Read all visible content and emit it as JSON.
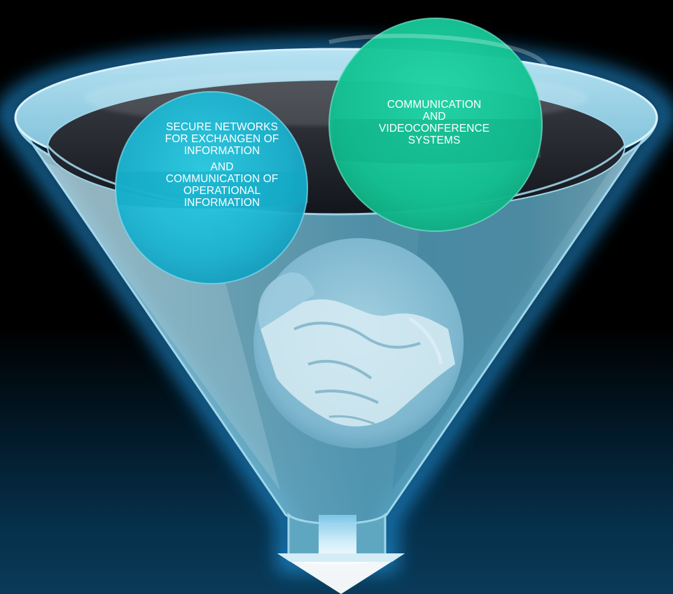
{
  "diagram": {
    "type": "funnel",
    "colors": {
      "background_top": "#000000",
      "background_bottom": "#0a3a58",
      "funnel_glass": "#6fb9d3",
      "funnel_glow": "#1e8fd0",
      "secure_circle": "#1fb8d3",
      "communication_circle": "#18c99a",
      "arrow": "#b8e6f7"
    },
    "circles": {
      "secure": {
        "lines": [
          "SECURE  NETWORKS",
          "FOR EXCHANGEN OF",
          "INFORMATION",
          "AND",
          "COMMUNICATION OF",
          "OPERATIONAL",
          "INFORMATION"
        ]
      },
      "communication": {
        "lines": [
          "COMMUNICATION",
          "AND",
          "VIDEOCONFERENCE",
          "SYSTEMS"
        ]
      },
      "handshake": {
        "icon": "handshake-photo"
      }
    },
    "output_arrow": {
      "icon": "arrow-down-icon"
    }
  }
}
